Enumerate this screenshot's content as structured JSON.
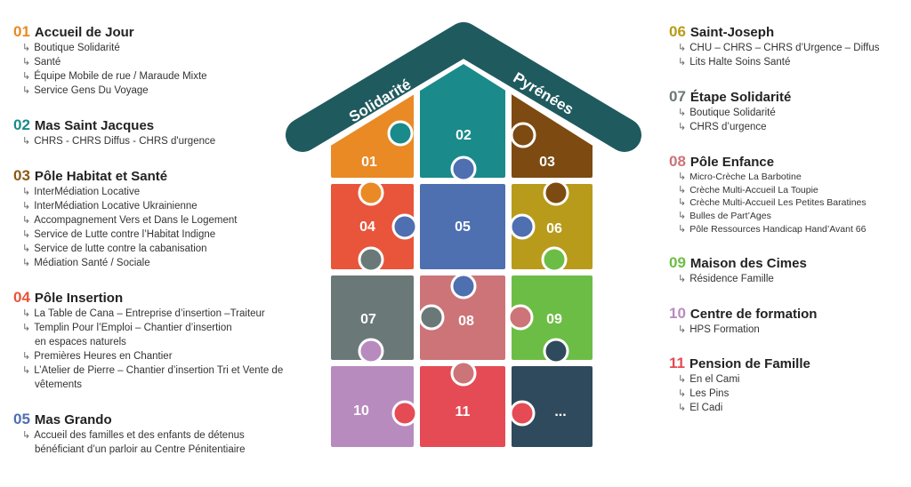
{
  "item_icon": "curved-arrow-icon",
  "house": {
    "roof_left": "Solidarité",
    "roof_right": "Pyrénées",
    "roof_color": "#1f5a5f",
    "pieces": [
      {
        "label": "01",
        "color": "#e98a25"
      },
      {
        "label": "02",
        "color": "#1a8a8a"
      },
      {
        "label": "03",
        "color": "#7d4a12"
      },
      {
        "label": "04",
        "color": "#e8553a"
      },
      {
        "label": "05",
        "color": "#4e6fb0"
      },
      {
        "label": "06",
        "color": "#b89b1a"
      },
      {
        "label": "07",
        "color": "#6a7877"
      },
      {
        "label": "08",
        "color": "#cc7478"
      },
      {
        "label": "09",
        "color": "#6cbd45"
      },
      {
        "label": "10",
        "color": "#b88bbf"
      },
      {
        "label": "11",
        "color": "#e54b55"
      },
      {
        "label": "...",
        "color": "#2f4a5c"
      }
    ]
  },
  "left_sections": [
    {
      "num": "01",
      "title": "Accueil de Jour",
      "color": "#e98a25",
      "items": [
        [
          "Boutique Solidarité"
        ],
        [
          "Santé"
        ],
        [
          "Équipe Mobile de rue / Maraude Mixte"
        ],
        [
          "Service Gens Du Voyage"
        ]
      ]
    },
    {
      "num": "02",
      "title": "Mas Saint Jacques",
      "color": "#1a8a8a",
      "items": [
        [
          "CHRS - CHRS Diffus - CHRS d'urgence"
        ]
      ]
    },
    {
      "num": "03",
      "title": "Pôle Habitat et Santé",
      "color": "#8a5a14",
      "items": [
        [
          "InterMédiation Locative"
        ],
        [
          "InterMédiation Locative Ukrainienne"
        ],
        [
          "Accompagnement Vers et Dans le Logement"
        ],
        [
          "Service de Lutte contre l’Habitat Indigne"
        ],
        [
          "Service de lutte contre la cabanisation"
        ],
        [
          "Médiation Santé / Sociale"
        ]
      ]
    },
    {
      "num": "04",
      "title": "Pôle Insertion",
      "color": "#e8553a",
      "items": [
        [
          "La Table de Cana – Entreprise d’insertion –Traiteur"
        ],
        [
          "Templin Pour l’Emploi – Chantier d’insertion",
          "en espaces naturels"
        ],
        [
          "Premières Heures en Chantier"
        ],
        [
          "L’Atelier de Pierre – Chantier d’insertion Tri et Vente de",
          "vêtements"
        ]
      ]
    },
    {
      "num": "05",
      "title": "Mas Grando",
      "color": "#4e6fb0",
      "items": [
        [
          "Accueil des familles et des enfants de détenus",
          "bénéficiant d’un parloir au Centre Pénitentiaire"
        ]
      ]
    }
  ],
  "right_sections": [
    {
      "num": "06",
      "title": "Saint-Joseph",
      "color": "#b89b1a",
      "items": [
        [
          "CHU – CHRS – CHRS d’Urgence – Diffus"
        ],
        [
          "Lits Halte Soins Santé"
        ]
      ]
    },
    {
      "num": "07",
      "title": "Étape Solidarité",
      "color": "#6a7877",
      "items": [
        [
          "Boutique Solidarité"
        ],
        [
          "CHRS d’urgence"
        ]
      ]
    },
    {
      "num": "08",
      "title": "Pôle Enfance",
      "color": "#cc7478",
      "items": [
        [
          "Micro-Crèche La Barbotine"
        ],
        [
          "Crèche Multi-Accueil La Toupie"
        ],
        [
          "Crèche Multi-Accueil Les Petites Baratines"
        ],
        [
          "Bulles de Part’Ages"
        ],
        [
          "Pôle Ressources Handicap Hand’Avant 66"
        ]
      ]
    },
    {
      "num": "09",
      "title": "Maison des Cimes",
      "color": "#6cbd45",
      "items": [
        [
          "Résidence Famille"
        ]
      ]
    },
    {
      "num": "10",
      "title": "Centre de formation",
      "color": "#b88bbf",
      "items": [
        [
          "HPS Formation"
        ]
      ]
    },
    {
      "num": "11",
      "title": "Pension de Famille",
      "color": "#e54b55",
      "items": [
        [
          "En el Cami"
        ],
        [
          "Les Pins"
        ],
        [
          "El Cadi"
        ]
      ]
    }
  ]
}
